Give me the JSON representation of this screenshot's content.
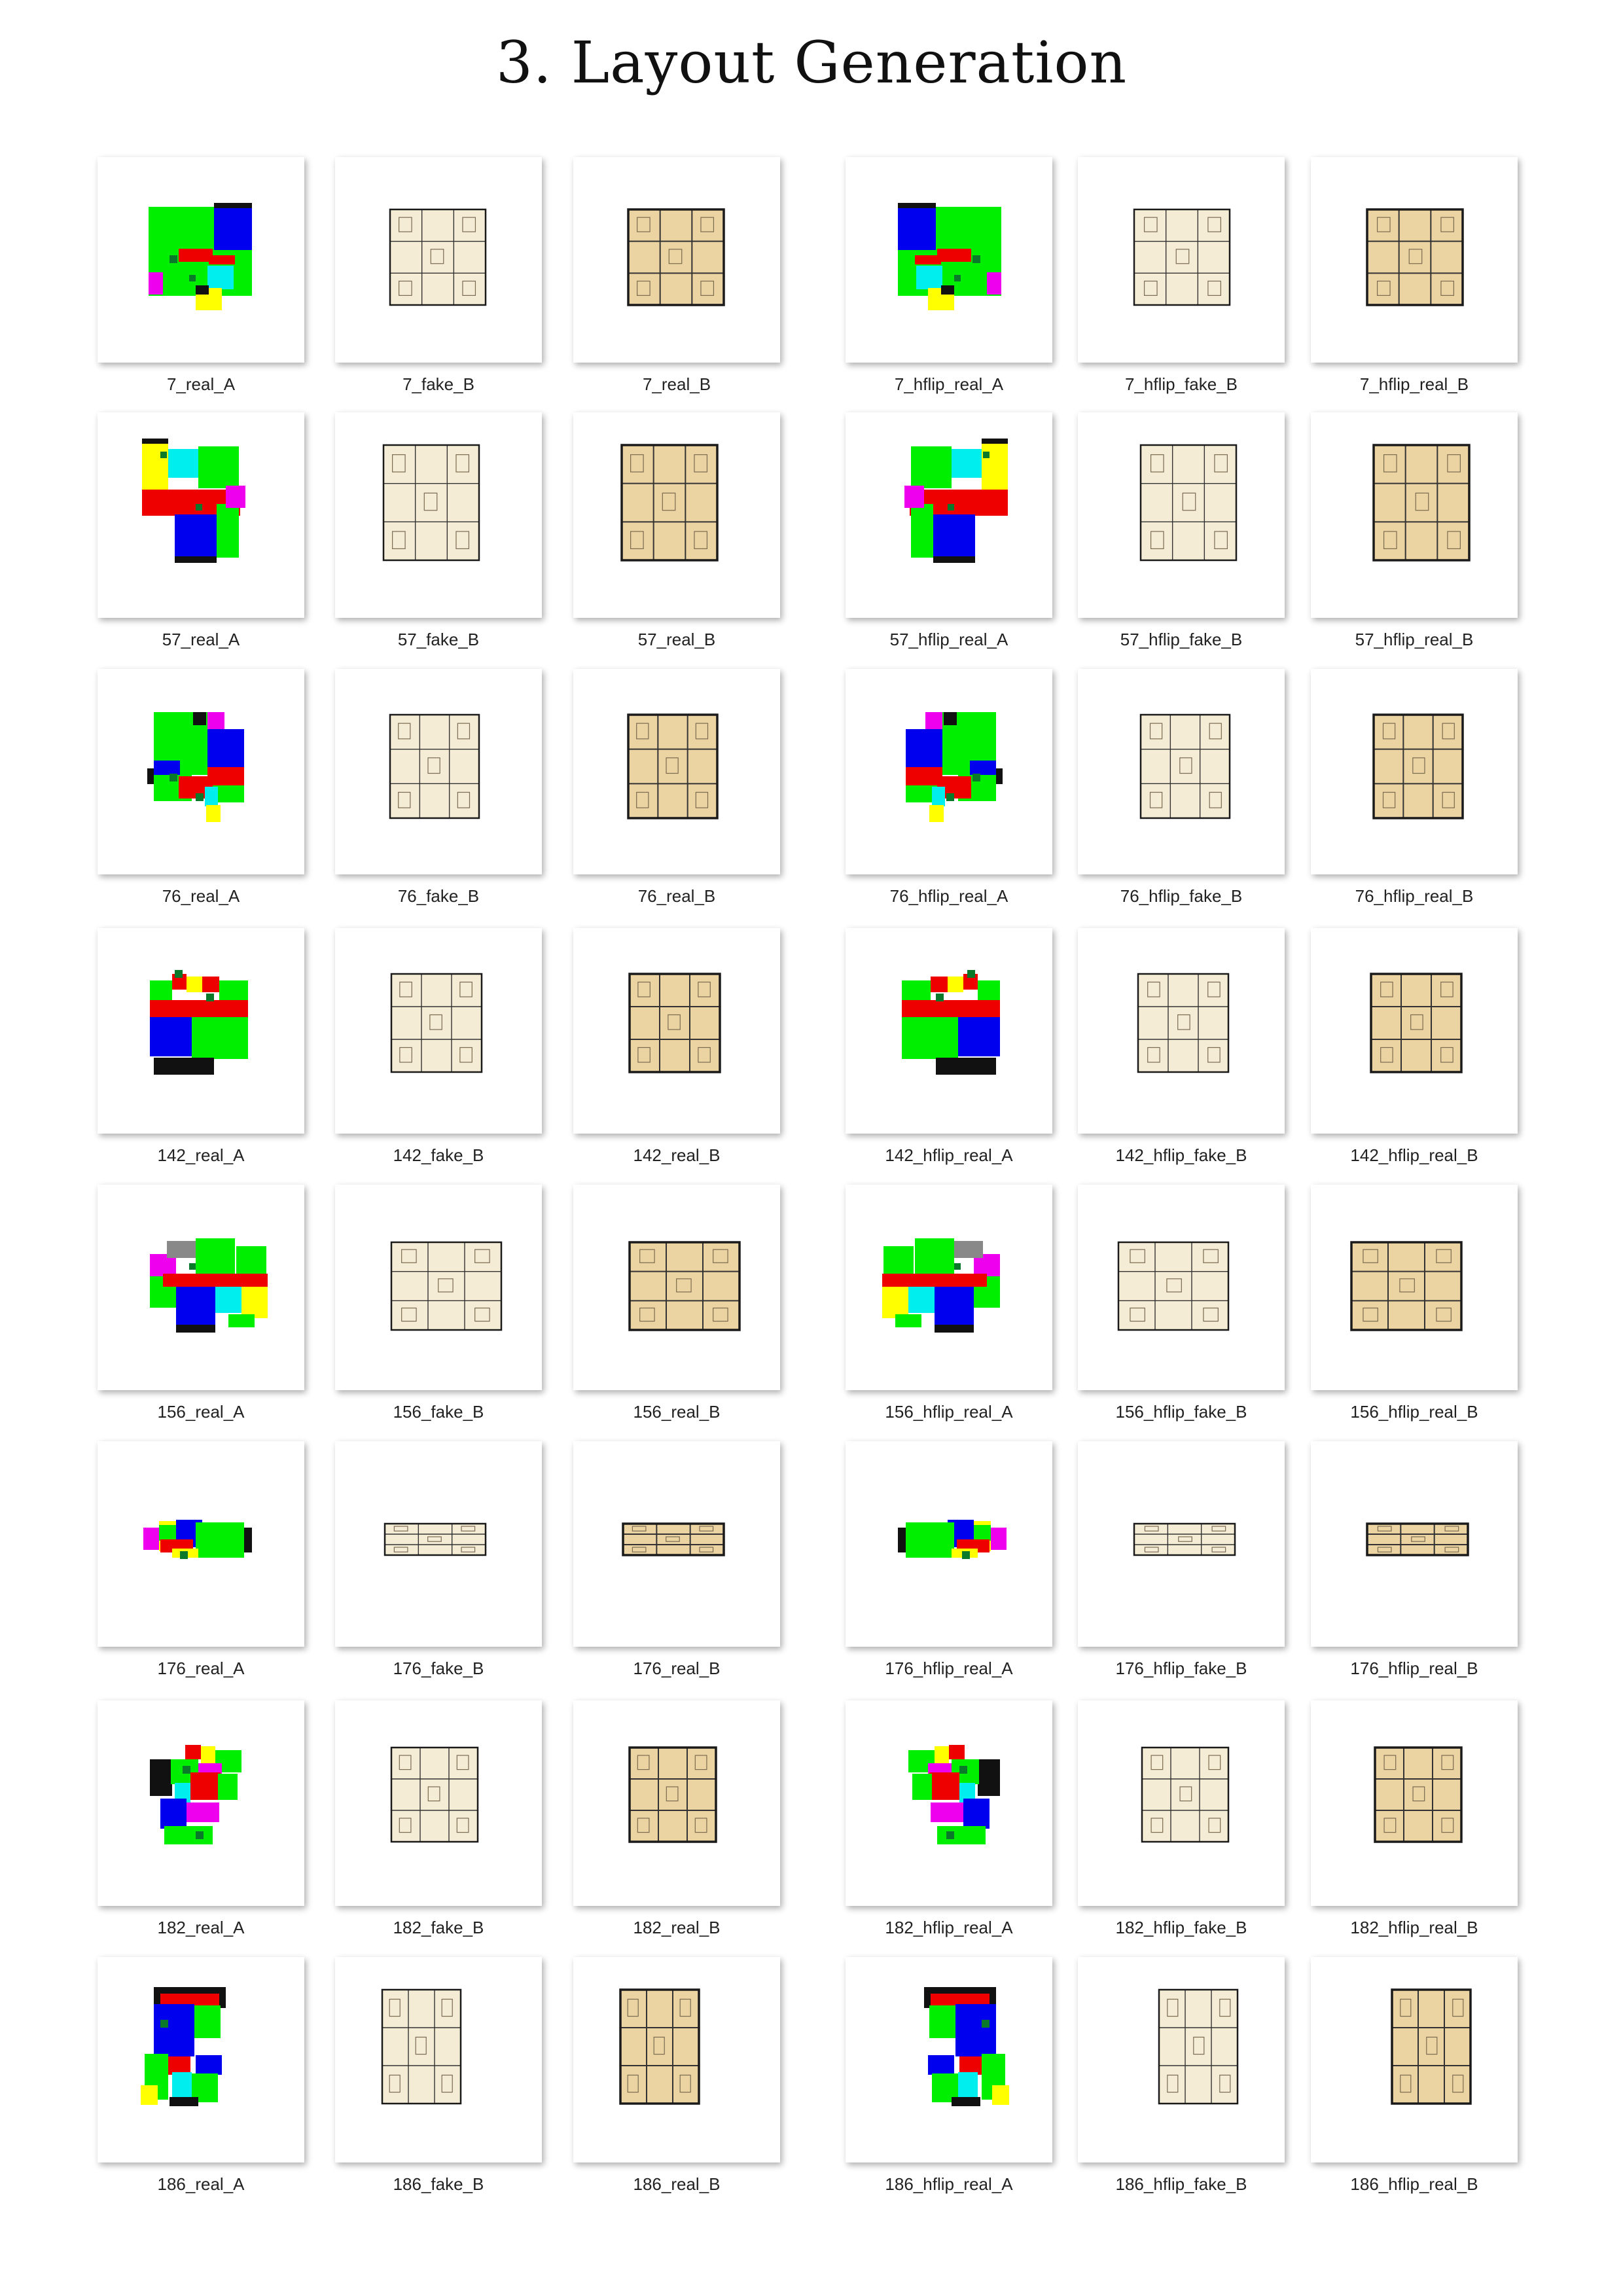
{
  "title": "3. Layout Generation",
  "colors": {
    "living": "#00ee00",
    "bedroom": "#0000ee",
    "corridor": "#ee0000",
    "bath": "#00eeee",
    "kitchen": "#ffff00",
    "balcony": "#ee00ee",
    "wall": "#111111",
    "entry": "#cc0000",
    "gray": "#888888",
    "door": "#0a7a2a",
    "floor": "#e8cd92",
    "floor_light": "#f2e6c8"
  },
  "rows": [
    {
      "id": "7",
      "cells": [
        {
          "label": "7_real_A",
          "kind": "color"
        },
        {
          "label": "7_fake_B",
          "kind": "fake"
        },
        {
          "label": "7_real_B",
          "kind": "real"
        },
        {
          "label": "7_hflip_real_A",
          "kind": "color"
        },
        {
          "label": "7_hflip_fake_B",
          "kind": "fake"
        },
        {
          "label": "7_hflip_real_B",
          "kind": "real"
        }
      ]
    },
    {
      "id": "57",
      "cells": [
        {
          "label": "57_real_A",
          "kind": "color"
        },
        {
          "label": "57_fake_B",
          "kind": "fake"
        },
        {
          "label": "57_real_B",
          "kind": "real"
        },
        {
          "label": "57_hflip_real_A",
          "kind": "color"
        },
        {
          "label": "57_hflip_fake_B",
          "kind": "fake"
        },
        {
          "label": "57_hflip_real_B",
          "kind": "real"
        }
      ]
    },
    {
      "id": "76",
      "cells": [
        {
          "label": "76_real_A",
          "kind": "color"
        },
        {
          "label": "76_fake_B",
          "kind": "fake"
        },
        {
          "label": "76_real_B",
          "kind": "real"
        },
        {
          "label": "76_hflip_real_A",
          "kind": "color"
        },
        {
          "label": "76_hflip_fake_B",
          "kind": "fake"
        },
        {
          "label": "76_hflip_real_B",
          "kind": "real"
        }
      ]
    },
    {
      "id": "142",
      "cells": [
        {
          "label": "142_real_A",
          "kind": "color"
        },
        {
          "label": "142_fake_B",
          "kind": "fake"
        },
        {
          "label": "142_real_B",
          "kind": "real"
        },
        {
          "label": "142_hflip_real_A",
          "kind": "color"
        },
        {
          "label": "142_hflip_fake_B",
          "kind": "fake"
        },
        {
          "label": "142_hflip_real_B",
          "kind": "real"
        }
      ]
    },
    {
      "id": "156",
      "cells": [
        {
          "label": "156_real_A",
          "kind": "color"
        },
        {
          "label": "156_fake_B",
          "kind": "fake"
        },
        {
          "label": "156_real_B",
          "kind": "real"
        },
        {
          "label": "156_hflip_real_A",
          "kind": "color"
        },
        {
          "label": "156_hflip_fake_B",
          "kind": "fake"
        },
        {
          "label": "156_hflip_real_B",
          "kind": "real"
        }
      ]
    },
    {
      "id": "176",
      "cells": [
        {
          "label": "176_real_A",
          "kind": "color"
        },
        {
          "label": "176_fake_B",
          "kind": "fake"
        },
        {
          "label": "176_real_B",
          "kind": "real"
        },
        {
          "label": "176_hflip_real_A",
          "kind": "color"
        },
        {
          "label": "176_hflip_fake_B",
          "kind": "fake"
        },
        {
          "label": "176_hflip_real_B",
          "kind": "real"
        }
      ]
    },
    {
      "id": "182",
      "cells": [
        {
          "label": "182_real_A",
          "kind": "color"
        },
        {
          "label": "182_fake_B",
          "kind": "fake"
        },
        {
          "label": "182_real_B",
          "kind": "real"
        },
        {
          "label": "182_hflip_real_A",
          "kind": "color"
        },
        {
          "label": "182_hflip_fake_B",
          "kind": "fake"
        },
        {
          "label": "182_hflip_real_B",
          "kind": "real"
        }
      ]
    },
    {
      "id": "186",
      "cells": [
        {
          "label": "186_real_A",
          "kind": "color"
        },
        {
          "label": "186_fake_B",
          "kind": "fake"
        },
        {
          "label": "186_real_B",
          "kind": "real"
        },
        {
          "label": "186_hflip_real_A",
          "kind": "color"
        },
        {
          "label": "186_hflip_fake_B",
          "kind": "fake"
        },
        {
          "label": "186_hflip_real_B",
          "kind": "real"
        }
      ]
    }
  ]
}
